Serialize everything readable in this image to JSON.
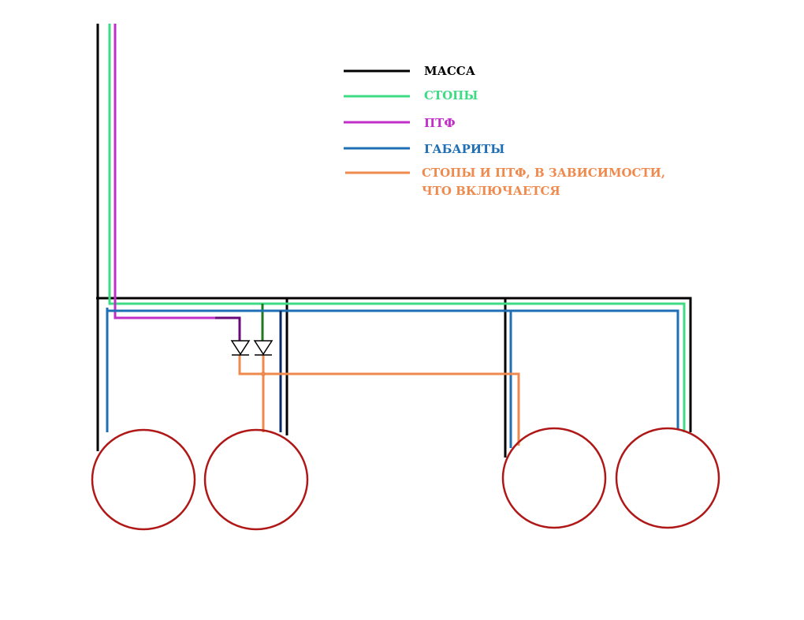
{
  "colors": {
    "massa": "#000000",
    "stopy": "#3ddc84",
    "ptf": "#c030c8",
    "gabarity": "#1e6fb5",
    "combined": "#ef8a4e",
    "lamp": "#b01818",
    "diode": "#000000",
    "ptf_dark": "#6a0a7a",
    "stopy_dark": "#1f7a1f",
    "gabarity_dark": "#0a2a66"
  },
  "legend": [
    {
      "key": "massa",
      "label": "МАССА"
    },
    {
      "key": "stopy",
      "label": "СТОПЫ"
    },
    {
      "key": "ptf",
      "label": "ПТФ"
    },
    {
      "key": "gabarity",
      "label": "ГАБАРИТЫ"
    },
    {
      "key": "combined",
      "label": "СТОПЫ И ПТФ, В ЗАВИСИМОСТИ,",
      "label_line2": "ЧТО ВКЛЮЧАЕТСЯ"
    }
  ]
}
